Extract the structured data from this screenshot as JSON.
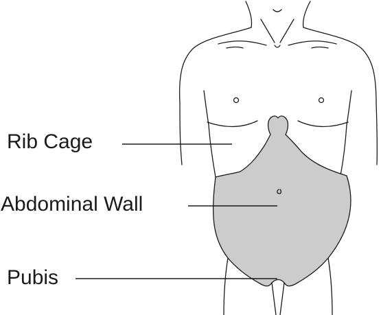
{
  "labels": {
    "rib_cage": "Rib Cage",
    "abdominal_wall": "Abdominal Wall",
    "pubis": "Pubis"
  },
  "colors": {
    "abdominal_region": "#cccccc",
    "outline": "#1a1a1a",
    "background": "#ffffff"
  },
  "icons": {
    "figure": "torso-front-outline",
    "navel": "navel-mark",
    "nipples": "nipple-mark"
  }
}
